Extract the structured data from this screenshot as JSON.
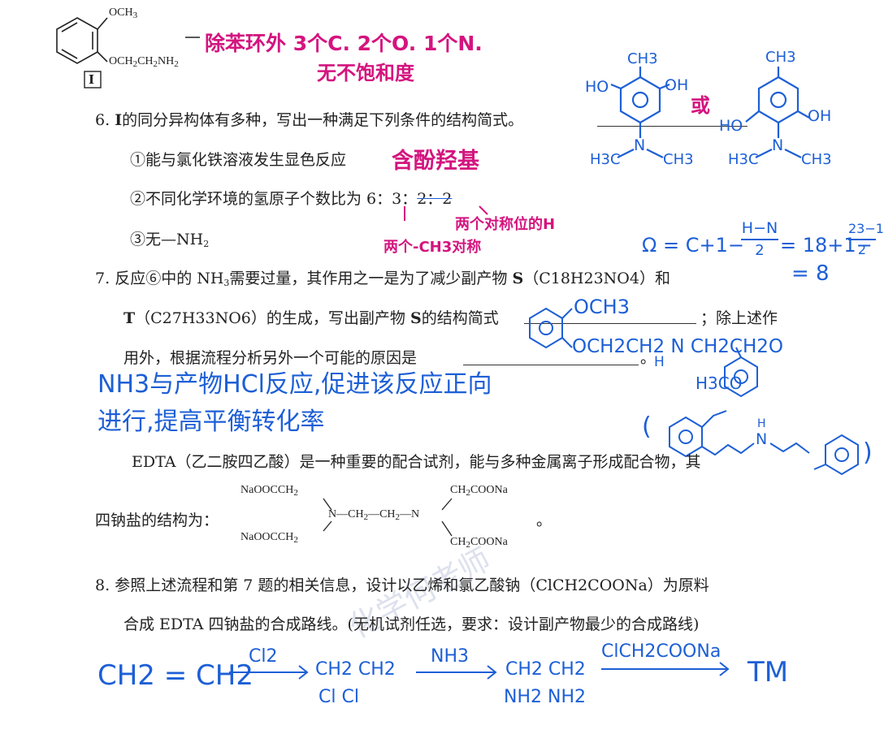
{
  "compound1": {
    "label": "I",
    "sub_top": "OCH",
    "sub_top_3": "3",
    "sub_bottom": "OCH",
    "sub_bottom_rest": "CH",
    "sub_bottom_nh": "NH",
    "sub_2": "2",
    "note_line1": "除苯环外 3个C. 2个O. 1个N.",
    "note_line2": "无不饱和度"
  },
  "q6": {
    "number": "6.",
    "bold": "I",
    "text": "的同分异构体有多种，写出一种满足下列条件的结构简式。",
    "cond1": "①能与氯化铁溶液发生显色反应",
    "cond1_note": "含酚羟基",
    "cond2": "②不同化学环境的氢原子个数比为 6：3：",
    "cond2_struck": "2：2",
    "cond2_note1": "两个对称位的H",
    "cond2_note2": "两个-CH3对称",
    "cond3": "③无—NH",
    "cond3_sub": "2",
    "ans_or": "或",
    "ans_oh": "HO",
    "ans_oh2": "OH",
    "ans_ch3": "CH3",
    "ans_o": "o",
    "ans_n": "N",
    "ans_h3c": "H3C",
    "ans_ch3b": "CH3"
  },
  "omega": {
    "text1": "Ω = C+1−",
    "frac1_top": "H−N",
    "frac1_bot": "2",
    "text2": "= 18+1−",
    "frac2_top": "23−1",
    "frac2_bot": "2",
    "text3": "= 8"
  },
  "q7": {
    "number": "7.",
    "line1": "反应⑥中的 NH",
    "nh3_sub": "3",
    "line1b": "需要过量，其作用之一是为了减少副产物",
    "s": "S",
    "formula_s": "（C18H23NO4）和",
    "t": "T",
    "formula_t": "（C27H33NO6）的生成，写出副产物",
    "s2": "S",
    "line2b": "的结构简式",
    "line2c": "；除上述作",
    "line3": "用外，根据流程分析另外一个可能的原因是",
    "line3_end": "。",
    "ans_och3": "OCH3",
    "ans_chain": "OCH2CH2 N CH2CH2O",
    "ans_h": "H",
    "ans_h3co": "H3CO",
    "reason_line1": "NH3与产物HCl反应,促进该反应正向",
    "reason_line2": "进行,提高平衡转化率",
    "paren_open": "(",
    "paren_close": ")",
    "ans2_n": "N",
    "ans2_h": "H"
  },
  "edta": {
    "intro": "EDTA（乙二胺四乙酸）是一种重要的配合试剂，能与多种金属离子形成配合物，其",
    "intro2": "四钠盐的结构为：",
    "end": "。",
    "left_top": "NaOOCCH",
    "left_bottom": "NaOOCCH",
    "right_top": "CH",
    "right_bottom": "CH",
    "coona": "COONa",
    "center": "N—CH",
    "center2": "—CH",
    "center3": "—N",
    "two": "2"
  },
  "q8": {
    "number": "8.",
    "line1": "参照上述流程和第 7 题的相关信息，设计以乙烯和氯乙酸钠（ClCH2COONa）为原料",
    "line2": "合成 EDTA 四钠盐的合成路线。(无机试剂任选，要求：设计副产物最少的合成路线)",
    "route_start": "CH2 = CH2",
    "reagent1": "Cl2",
    "mid1_top": "CH2 CH2",
    "mid1_bot": "Cl   Cl",
    "reagent2": "NH3",
    "mid2_top": "CH2 CH2",
    "mid2_bot": "NH2 NH2",
    "reagent3": "ClCH2COONa",
    "product": "TM"
  },
  "watermark": "化学何老师",
  "colors": {
    "pink": "#d4147f",
    "blue": "#1d5fd6",
    "ink": "#222222"
  }
}
